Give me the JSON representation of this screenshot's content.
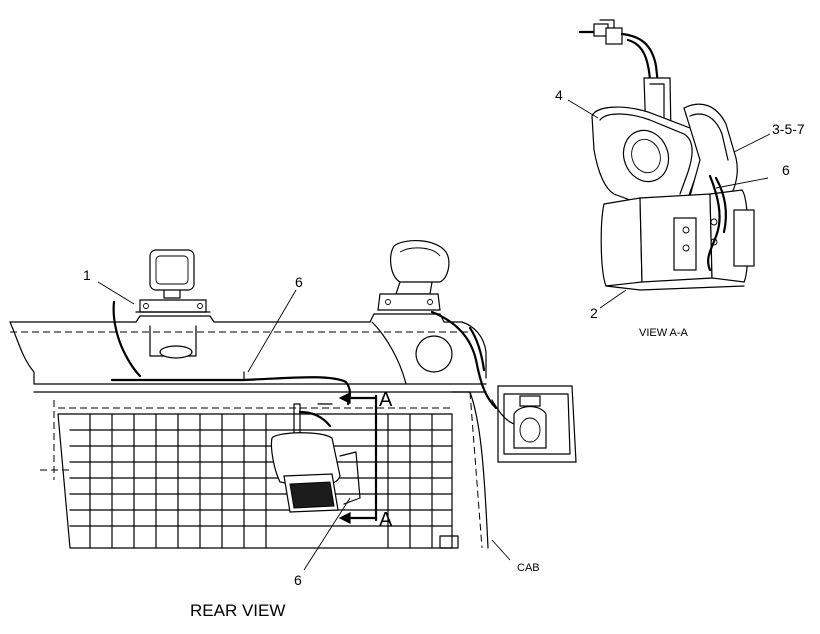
{
  "callouts": {
    "view_aa_4": "4",
    "view_aa_357": "3-5-7",
    "view_aa_6": "6",
    "view_aa_2": "2",
    "rear_1": "1",
    "rear_6_top": "6",
    "rear_6_bottom": "6",
    "section_a_top": "A",
    "section_a_bottom": "A"
  },
  "captions": {
    "view_aa": "VIEW A-A",
    "rear_view": "REAR VIEW",
    "cab": "CAB"
  }
}
